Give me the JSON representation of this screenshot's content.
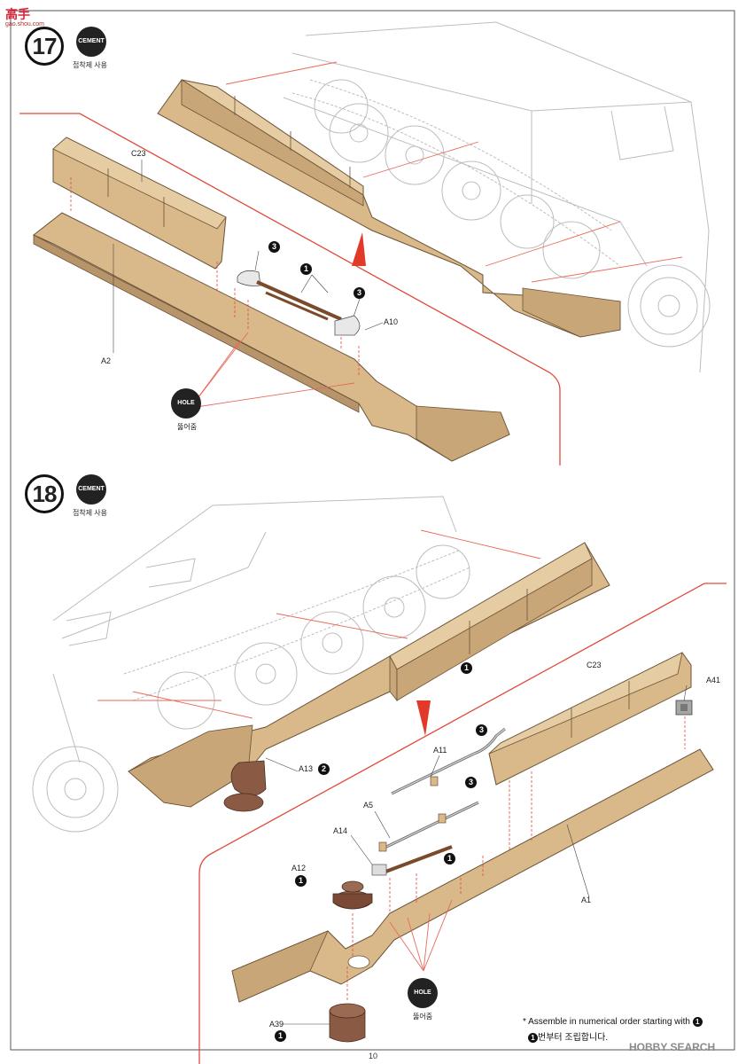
{
  "watermark_top": {
    "brand": "高手",
    "subtitle": "gao.shou.com"
  },
  "step17": {
    "number": "17",
    "cement_label": "CEMENT",
    "cement_caption": "접착제 사용"
  },
  "step18": {
    "number": "18",
    "cement_label": "CEMENT",
    "cement_caption": "접착제 사용"
  },
  "hole": {
    "label": "HOLE",
    "caption": "뚫어줌"
  },
  "parts17": {
    "c23": "C23",
    "a2": "A2",
    "a10": "A10",
    "n1": "1",
    "n3a": "3",
    "n3b": "3"
  },
  "parts18": {
    "c23": "C23",
    "a41": "A41",
    "a11": "A11",
    "a5": "A5",
    "a14": "A14",
    "a12": "A12",
    "a39": "A39",
    "a1": "A1",
    "a13": "A13",
    "n_a12": "1",
    "n_a39": "1",
    "n_a13": "2",
    "n_main": "1",
    "n3a": "3",
    "n3b": "3",
    "n1": "1"
  },
  "note": {
    "line1": "* Assemble in numerical order starting with ",
    "line1_num": "1",
    "line2_num": "1",
    "line2": "번부터 조립합니다."
  },
  "page_number": "10",
  "watermark_bottom": "HOBBY SEARCH",
  "colors": {
    "part_tan": "#d9b98a",
    "part_shade": "#b8946a",
    "guide_red": "#e24a3a",
    "rubber": "#8a5a44"
  }
}
